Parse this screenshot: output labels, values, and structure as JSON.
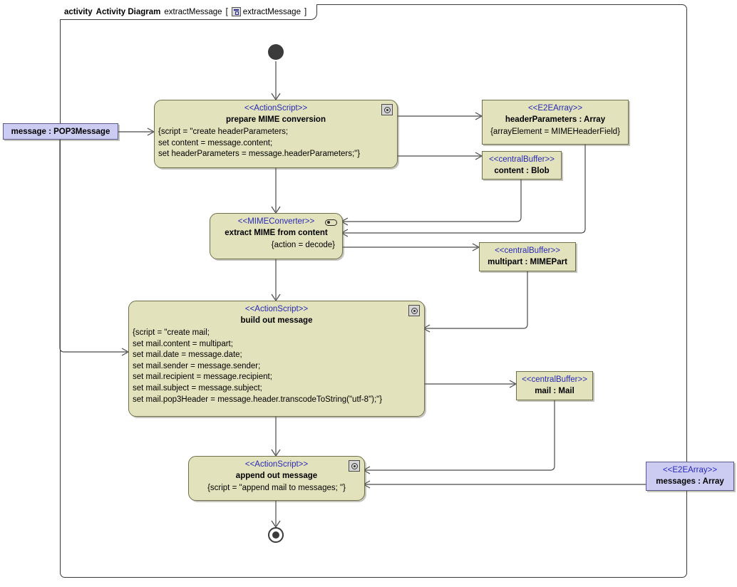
{
  "frame": {
    "keyword": "activity",
    "type": "Activity Diagram",
    "name": "extractMessage",
    "bracket_open": "[",
    "bracket_close": "]",
    "scope": "extractMessage",
    "icon": "activity-diagram-icon"
  },
  "colors": {
    "action_fill": "#e2e2bc",
    "action_border": "#6f6f4a",
    "object_fill": "#ccccf2",
    "object_border": "#5a5a8a",
    "stereotype_text": "#2929b8",
    "edge": "#4a4a4a",
    "frame_border": "#3a3a3a"
  },
  "nodes": {
    "initial": {
      "name": "initial-node"
    },
    "final": {
      "name": "activity-final-node"
    },
    "prepare": {
      "stereotype": "<<ActionScript>>",
      "title": "prepare MIME conversion",
      "body": "{script = \"create headerParameters;\nset content = message.content;\nset headerParameters = message.headerParameters;\"}",
      "icon": "gear-icon"
    },
    "extract": {
      "stereotype": "<<MIMEConverter>>",
      "title": "extract MIME from content",
      "body": "{action = decode}",
      "icon": "capsule-icon"
    },
    "build": {
      "stereotype": "<<ActionScript>>",
      "title": "build out message",
      "body": "{script = \"create mail;\nset mail.content = multipart;\nset mail.date = message.date;\nset mail.sender = message.sender;\nset mail.recipient = message.recipient;\nset mail.subject = message.subject;\nset mail.pop3Header = message.header.transcodeToString(\"utf-8\");\"}",
      "icon": "gear-icon"
    },
    "append": {
      "stereotype": "<<ActionScript>>",
      "title": "append out message",
      "body": "{script = \"append mail to messages; \"}",
      "icon": "gear-icon"
    },
    "message_in": {
      "stereotype": "",
      "title": "message : POP3Message",
      "body": ""
    },
    "header_params": {
      "stereotype": "<<E2EArray>>",
      "title": "headerParameters : Array",
      "body": "{arrayElement = MIMEHeaderField}"
    },
    "content_buffer": {
      "stereotype": "<<centralBuffer>>",
      "title": "content : Blob",
      "body": ""
    },
    "multipart_buffer": {
      "stereotype": "<<centralBuffer>>",
      "title": "multipart : MIMEPart",
      "body": ""
    },
    "mail_buffer": {
      "stereotype": "<<centralBuffer>>",
      "title": "mail : Mail",
      "body": ""
    },
    "messages_array": {
      "stereotype": "<<E2EArray>>",
      "title": "messages : Array",
      "body": ""
    }
  }
}
